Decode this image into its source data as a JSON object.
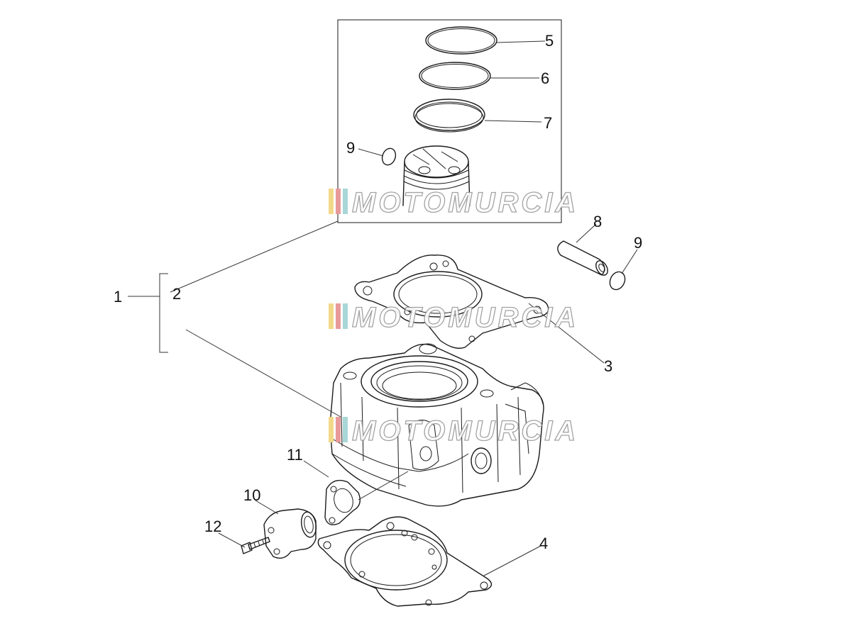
{
  "callouts": [
    {
      "id": "1",
      "label": "1"
    },
    {
      "id": "2",
      "label": "2"
    },
    {
      "id": "3",
      "label": "3"
    },
    {
      "id": "4",
      "label": "4"
    },
    {
      "id": "5",
      "label": "5"
    },
    {
      "id": "6",
      "label": "6"
    },
    {
      "id": "7",
      "label": "7"
    },
    {
      "id": "8",
      "label": "8"
    },
    {
      "id": "9a",
      "label": "9"
    },
    {
      "id": "9b",
      "label": "9"
    },
    {
      "id": "10",
      "label": "10"
    },
    {
      "id": "11",
      "label": "11"
    },
    {
      "id": "12",
      "label": "12"
    }
  ],
  "watermark": {
    "text": "MOTOMURCIA",
    "colors": [
      "#f2d98a",
      "#e89a9a",
      "#a9d6d6"
    ]
  },
  "colors": {
    "line": "#1a1a1a",
    "background": "#ffffff"
  }
}
